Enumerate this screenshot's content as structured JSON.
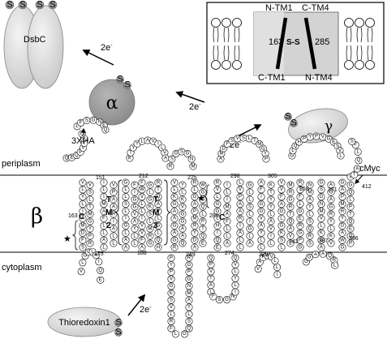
{
  "subunits": {
    "dsbc": "DsbC",
    "alpha": "α",
    "beta": "β",
    "gamma": "γ",
    "thioredoxin": "Thioredoxin1"
  },
  "sulfur_label": "S",
  "electron_label": "2e",
  "electron_superscript": "-",
  "regions": {
    "periplasm": "periplasm",
    "cytoplasm": "cytoplasm"
  },
  "tags": {
    "xha": "3XHA",
    "cmyc": "cMyc"
  },
  "tm_segments": {
    "tm2": [
      "T",
      "M",
      "2"
    ],
    "tm3": [
      "T",
      "M",
      "3"
    ]
  },
  "residue_numbers": {
    "n151": "151",
    "n163": "163",
    "n175": "175",
    "n188": "188",
    "n212": "212",
    "n225": "225",
    "n249": "249",
    "n274": "274",
    "n285": "285",
    "n298": "298",
    "n305": "305",
    "n329": "329",
    "n342": "342",
    "n358": "358",
    "n371": "371",
    "n387": "387",
    "n396": "396",
    "n412": "412"
  },
  "cysteine_label": "C",
  "inset": {
    "n_tm1": "N-TM1",
    "c_tm4": "C-TM4",
    "c_tm1": "C-TM1",
    "n_tm4": "N-TM4",
    "res163": "163",
    "res285": "285",
    "disulfide": "S-S"
  },
  "loop_sequences": {
    "xha_loop": "QEQPVTAQLFSGNE",
    "cyto_loop1": "LGKSLMRGRT",
    "peri_loop2": "QAVLGLQHPYPVGE",
    "cyto_loop2": "SVLRTFLGERGPGNMAYLSQRSG",
    "peri_loop3": "SGNMVLKGAAG",
    "cyto_loop3": "AGRYLKVGGAAQRLGAPMR",
    "peri_loop4": "YDAWGGQLPT",
    "tm_residues": "QVLYLIAMDFSVSLTMGYPRVLGGLHIQEILIMAFLLALVPAARIALLGLLSLIGLAAFIGGVAYLLKTYYLAVILVAFWVLLIVVFAG"
  },
  "colors": {
    "membrane": "#ffffff",
    "subunit_fill": "#d8d8d8",
    "alpha_fill": "#9a9a9a",
    "sulfur_fill": "#9a9a9a",
    "line": "#000000"
  }
}
